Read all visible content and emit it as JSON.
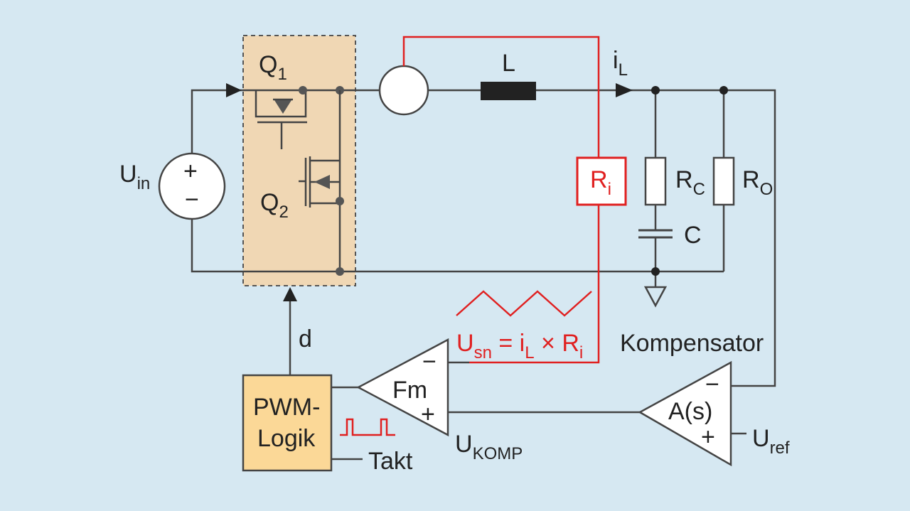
{
  "colors": {
    "background": "#d6e8f2",
    "wire": "#444444",
    "sense_path": "#e02020",
    "switch_box": "#f0d7b4",
    "pwm_box": "#fbd897",
    "inductor": "#222222"
  },
  "labels": {
    "q1": "Q",
    "q1_sub": "1",
    "q2": "Q",
    "q2_sub": "2",
    "uin": "U",
    "uin_sub": "in",
    "src_plus": "+",
    "src_minus": "−",
    "inductor": "L",
    "il": "i",
    "il_sub": "L",
    "ri": "R",
    "ri_sub": "i",
    "rc": "R",
    "rc_sub": "C",
    "ro": "R",
    "ro_sub": "O",
    "cap": "C",
    "d": "d",
    "usn": "U",
    "usn_sub": "sn",
    "usn_eq": " = i",
    "usn_eq_sub": "L",
    "usn_times": " × R",
    "usn_times_sub": "i",
    "kompensator": "Kompensator",
    "fm": "Fm",
    "fm_minus": "−",
    "fm_plus": "+",
    "as": "A(s)",
    "as_minus": "−",
    "as_plus": "+",
    "pwm_line1": "PWM-",
    "pwm_line2": "Logik",
    "takt": "Takt",
    "ukomp": "U",
    "ukomp_sub": "KOMP",
    "uref": "U",
    "uref_sub": "ref"
  }
}
